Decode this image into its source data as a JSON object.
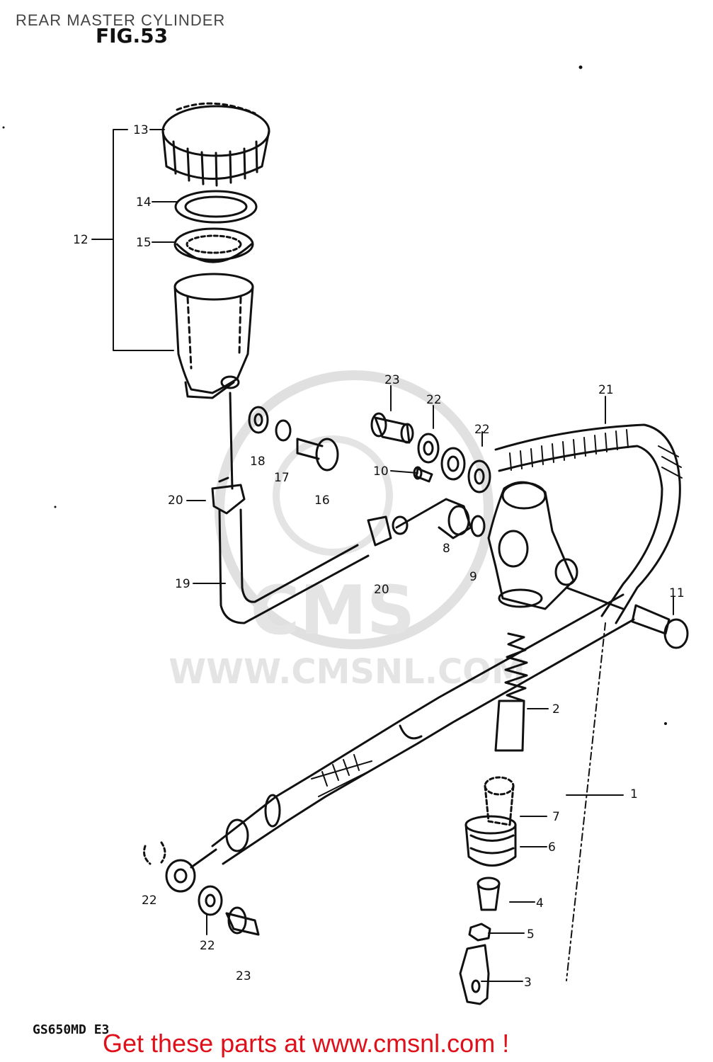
{
  "page": {
    "title": "REAR MASTER CYLINDER",
    "figure": "FIG.53",
    "model": "GS650MD E3",
    "footer": "Get these parts at www.cmsnl.com !"
  },
  "watermark": {
    "brand": "CMS",
    "url": "WWW.CMSNL.COM"
  },
  "parts": [
    {
      "id": "p13",
      "label": "13"
    },
    {
      "id": "p14",
      "label": "14"
    },
    {
      "id": "p12",
      "label": "12"
    },
    {
      "id": "p15",
      "label": "15"
    },
    {
      "id": "p23a",
      "label": "23"
    },
    {
      "id": "p22a",
      "label": "22"
    },
    {
      "id": "p21",
      "label": "21"
    },
    {
      "id": "p22b",
      "label": "22"
    },
    {
      "id": "p10",
      "label": "10"
    },
    {
      "id": "p18",
      "label": "18"
    },
    {
      "id": "p17",
      "label": "17"
    },
    {
      "id": "p16",
      "label": "16"
    },
    {
      "id": "p20a",
      "label": "20"
    },
    {
      "id": "p8",
      "label": "8"
    },
    {
      "id": "p9",
      "label": "9"
    },
    {
      "id": "p11",
      "label": "11"
    },
    {
      "id": "p19",
      "label": "19"
    },
    {
      "id": "p20b",
      "label": "20"
    },
    {
      "id": "p2",
      "label": "2"
    },
    {
      "id": "p1",
      "label": "1"
    },
    {
      "id": "p7",
      "label": "7"
    },
    {
      "id": "p6",
      "label": "6"
    },
    {
      "id": "p4",
      "label": "4"
    },
    {
      "id": "p5",
      "label": "5"
    },
    {
      "id": "p3",
      "label": "3"
    },
    {
      "id": "p22c",
      "label": "22"
    },
    {
      "id": "p22d",
      "label": "22"
    },
    {
      "id": "p23b",
      "label": "23"
    }
  ]
}
